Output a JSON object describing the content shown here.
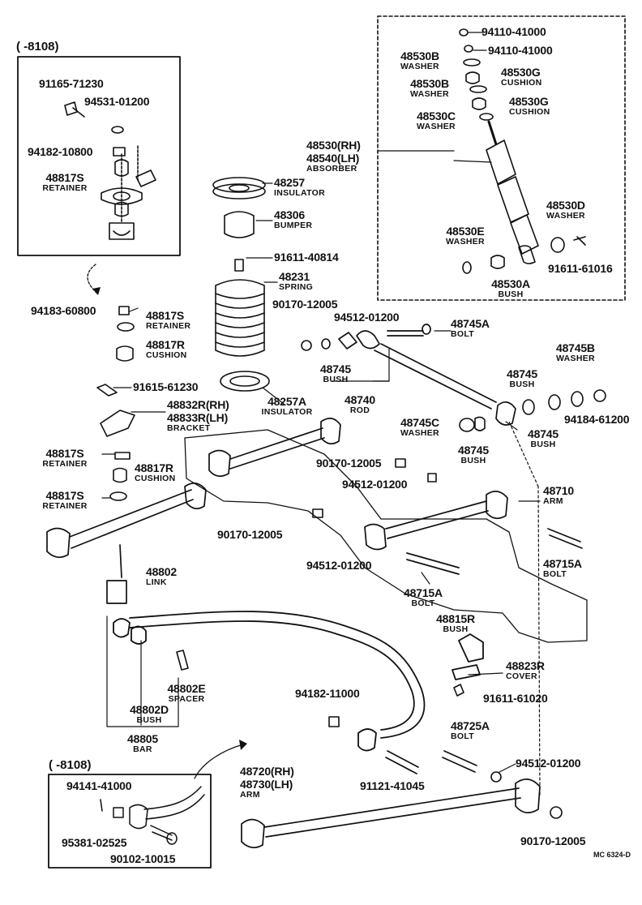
{
  "inset_top_range": "( -8108)",
  "inset_bottom_range": "( -8108)",
  "figure_code": "MC 6324-D",
  "labels": {
    "p94110a": "94110-41000",
    "p94110b": "94110-41000",
    "p48530B_1": "48530B",
    "washer_1": "WASHER",
    "p48530G_1": "48530G",
    "cushion_1": "CUSHION",
    "p48530B_2": "48530B",
    "washer_2": "WASHER",
    "p48530G_2": "48530G",
    "cushion_2": "CUSHION",
    "p48530C": "48530C",
    "washer_3": "WASHER",
    "p48530rh": "48530(RH)",
    "p48540lh": "48540(LH)",
    "absorber": "ABSORBER",
    "p48530D": "48530D",
    "washer_d": "WASHER",
    "p48530E": "48530E",
    "washer_e": "WASHER",
    "p91611_61016": "91611-61016",
    "p48530A": "48530A",
    "bush_a": "BUSH",
    "p91165": "91165-71230",
    "p94531": "94531-01200",
    "p94182_10800": "94182-10800",
    "p48817S_in": "48817S",
    "retainer_in": "RETAINER",
    "p48257": "48257",
    "insulator_1": "INSULATOR",
    "p48306": "48306",
    "bumper": "BUMPER",
    "p91611_40814": "91611-40814",
    "p48231": "48231",
    "spring": "SPRING",
    "p94183": "94183-60800",
    "p48817S_a": "48817S",
    "retainer_a": "RETAINER",
    "p48817R_a": "48817R",
    "cushion_a": "CUSHION",
    "p90170_a": "90170-12005",
    "p94512_a": "94512-01200",
    "p48745A": "48745A",
    "bolt_a": "BOLT",
    "p48745B": "48745B",
    "washer_b": "WASHER",
    "p48745_1": "48745",
    "bush_1": "BUSH",
    "p48740": "48740",
    "rod": "ROD",
    "p48745_2": "48745",
    "bush_2": "BUSH",
    "p94184": "94184-61200",
    "p91615": "91615-61230",
    "p48257A": "48257A",
    "insulator_2": "INSULATOR",
    "p48832R": "48832R(RH)",
    "p48833R": "48833R(LH)",
    "bracket": "BRACKET",
    "p48745C": "48745C",
    "washer_c": "WASHER",
    "p48745_3": "48745",
    "bush_3": "BUSH",
    "p48745_4": "48745",
    "bush_4": "BUSH",
    "p48817S_b": "48817S",
    "retainer_b": "RETAINER",
    "p48817R_b": "48817R",
    "cushion_b": "CUSHION",
    "p90170_b": "90170-12005",
    "p94512_b": "94512-01200",
    "p48817S_c": "48817S",
    "retainer_c": "RETAINER",
    "p48710": "48710",
    "arm_1": "ARM",
    "p90170_c": "90170-12005",
    "p48802": "48802",
    "link": "LINK",
    "p94512_c": "94512-01200",
    "p48715A_1": "48715A",
    "bolt_b": "BOLT",
    "p48715A_2": "48715A",
    "bolt_c": "BOLT",
    "p48815R": "48815R",
    "bush_r": "BUSH",
    "p48823R": "48823R",
    "cover": "COVER",
    "p48802E": "48802E",
    "spacer": "SPACER",
    "p94182_11000": "94182-11000",
    "p91611_61020": "91611-61020",
    "p48802D": "48802D",
    "bush_d": "BUSH",
    "p48805": "48805",
    "bar": "BAR",
    "p48725A": "48725A",
    "bolt_d": "BOLT",
    "p94141": "94141-41000",
    "p48720rh": "48720(RH)",
    "p48730lh": "48730(LH)",
    "arm_2": "ARM",
    "p94512_d": "94512-01200",
    "p91121": "91121-41045",
    "p95381": "95381-02525",
    "p90102": "90102-10015",
    "p90170_d": "90170-12005"
  }
}
